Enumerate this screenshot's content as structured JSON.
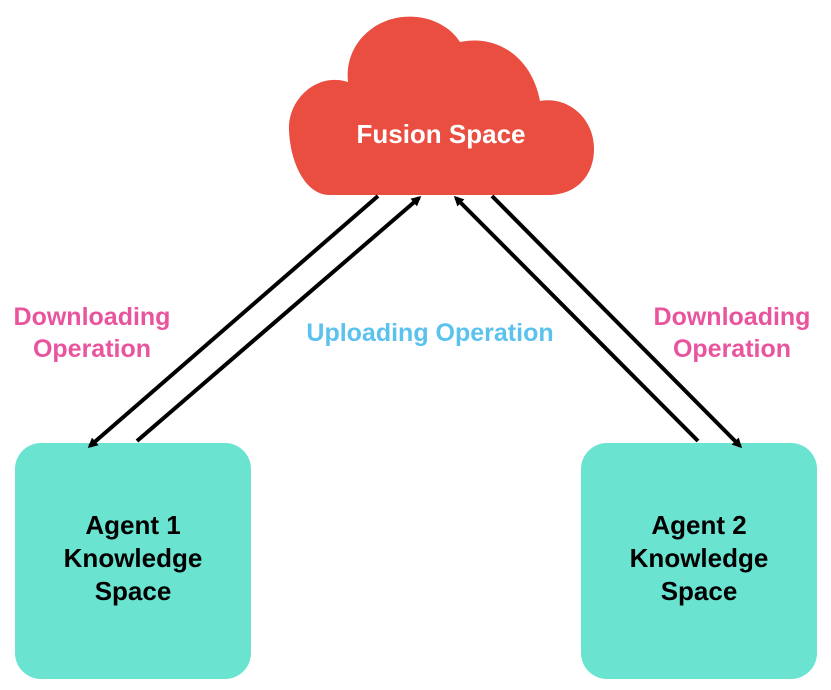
{
  "colors": {
    "cloud": "#E94E41",
    "agent_box": "#6BE3D1",
    "downloading": "#E8559E",
    "uploading": "#5BC2EE",
    "arrow": "#000000",
    "cloud_text": "#FFFFFF",
    "box_text": "#000000"
  },
  "fusion": {
    "label": "Fusion Space"
  },
  "agent1": {
    "line1": "Agent 1",
    "line2": "Knowledge",
    "line3": "Space"
  },
  "agent2": {
    "line1": "Agent 2",
    "line2": "Knowledge",
    "line3": "Space"
  },
  "labels": {
    "left_download_1": "Downloading",
    "left_download_2": "Operation",
    "upload": "Uploading Operation",
    "right_download_1": "Downloading",
    "right_download_2": "Operation"
  }
}
